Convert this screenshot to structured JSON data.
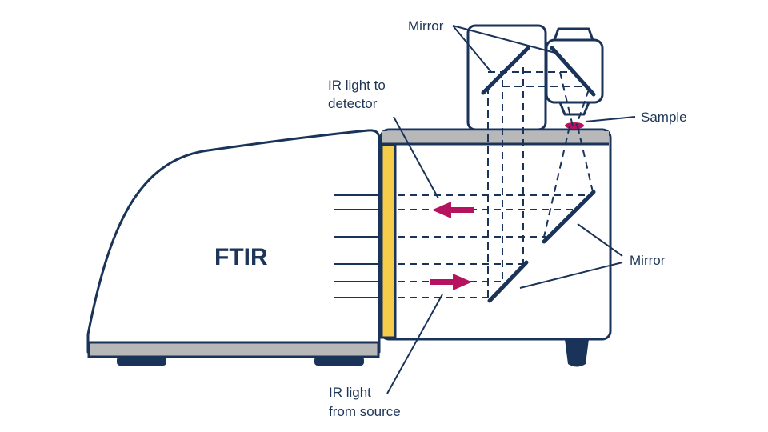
{
  "labels": {
    "ftir": "FTIR",
    "mirror_top": "Mirror",
    "sample": "Sample",
    "ir_to_detector_line1": "IR light to",
    "ir_to_detector_line2": "detector",
    "mirror_right": "Mirror",
    "ir_from_source_line1": "IR light",
    "ir_from_source_line2": "from source"
  },
  "colors": {
    "outline": "#1a3358",
    "body_fill": "#ffffff",
    "base_gray": "#b8b8b8",
    "accent_yellow": "#f5cd4b",
    "arrow_magenta": "#b5135f",
    "feet": "#1a3358"
  },
  "icons": {
    "arrow_to_detector": "left-arrow-icon",
    "arrow_from_source": "right-arrow-icon"
  }
}
